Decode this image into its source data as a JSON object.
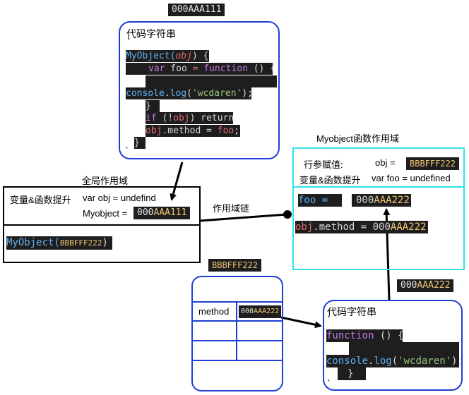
{
  "top_tag": "000AAA111",
  "code_block_1": {
    "title": "代码字符串",
    "backtick_open": "`",
    "backtick_close": "`",
    "lines": [
      {
        "a": "MyObject(",
        "b": "obj",
        "c": ") {"
      },
      {
        "a": "var",
        "b": " foo ",
        "c": "=",
        "d": " function",
        "e": " () {"
      },
      {
        "a": "console",
        "b": ".",
        "c": "log",
        "d": "(",
        "e": "'wcdaren'",
        "f": ");"
      },
      {
        "a": "}"
      },
      {
        "a": "if",
        "b": " (!",
        "c": "obj",
        "d": ") return"
      },
      {
        "a": "obj",
        "b": ".method = ",
        "c": "foo",
        "d": ";"
      },
      {
        "a": "}"
      }
    ]
  },
  "global_scope": {
    "title": "全局作用域",
    "hoist_label": "变量&函数提升",
    "var_obj": "var obj = undefind",
    "myobject_label": "Myobject =",
    "myobject_value_a": "000",
    "myobject_value_b": "AAA111",
    "call": "MyObject(",
    "call_arg": "BBBFFF222",
    "call_close": ")"
  },
  "scope_chain_label": "作用域链",
  "func_scope": {
    "title": "Myobject函数作用域",
    "param_label": "行参赋值:",
    "obj_label": "obj =",
    "obj_value": "BBBFFF222",
    "hoist_label": "变量&函数提升",
    "var_foo": "var foo = undefined",
    "foo_label": "foo =",
    "foo_value_a": "000",
    "foo_value_b": "AAA222",
    "method_a": "obj",
    "method_b": ".method = ",
    "method_c": "000",
    "method_d": "AAA222"
  },
  "heap_tag": "BBBFFF222",
  "heap_table": {
    "key": "method",
    "value_a": "000",
    "value_b": "AAA222"
  },
  "code_block_2": {
    "tag_a": "000",
    "tag_b": "AAA222",
    "title": "代码字符串",
    "backtick_open": "`",
    "backtick_close": "`",
    "line1_a": "function",
    "line1_b": " () {",
    "line2_a": "console",
    "line2_b": ".",
    "line2_c": "log",
    "line2_d": "(",
    "line2_e": "'wcdaren'",
    "line2_f": ");",
    "line3": "}"
  },
  "colors": {
    "box_blue": "#1f3fd6",
    "box_cyan": "#33e0e6",
    "code_bg": "#1e1e1e"
  }
}
